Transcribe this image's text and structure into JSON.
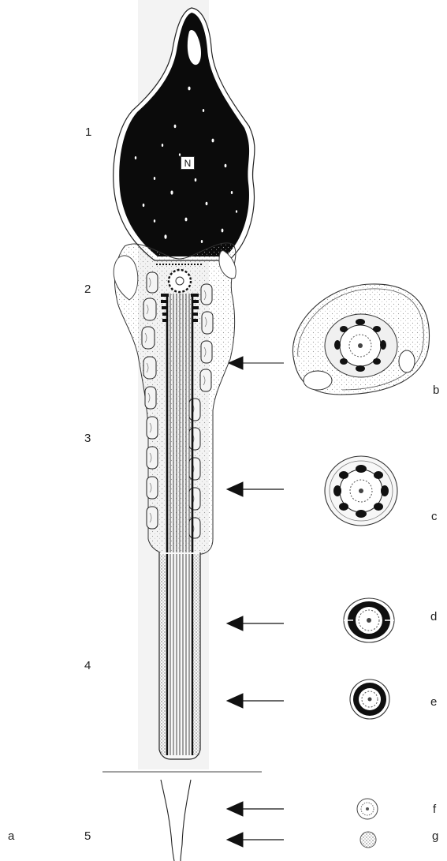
{
  "figure_panel_label": "a",
  "nucleus_label": "N",
  "region_numbers": [
    "1",
    "2",
    "3",
    "4",
    "5"
  ],
  "cross_section_labels": [
    "b",
    "c",
    "d",
    "e",
    "f",
    "g"
  ]
}
